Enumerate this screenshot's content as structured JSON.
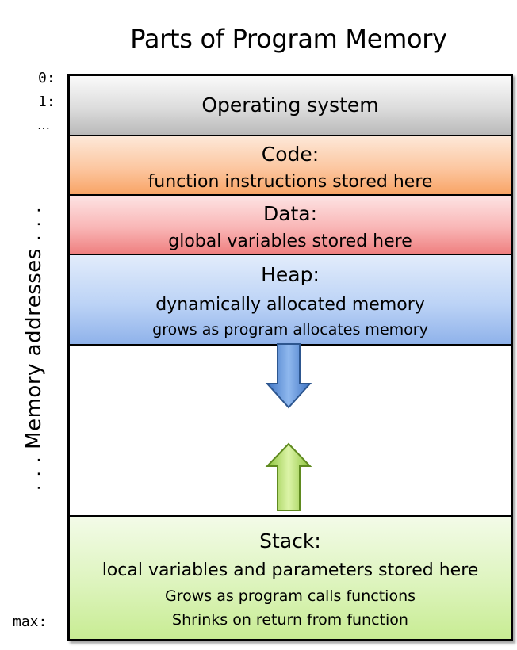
{
  "title": "Parts of Program Memory",
  "addresses": {
    "first": "0:",
    "second": "1:",
    "ellipsis": "…",
    "last": "max:"
  },
  "side_label": ". . . Memory addresses . . .",
  "segments": {
    "os": {
      "title": "Operating system"
    },
    "code": {
      "title": "Code:",
      "desc": "function instructions stored here"
    },
    "data": {
      "title": "Data:",
      "desc": "global variables stored here"
    },
    "heap": {
      "title": "Heap:",
      "desc": "dynamically allocated memory",
      "note": "grows as program allocates memory"
    },
    "stack": {
      "title": "Stack:",
      "desc": "local variables and parameters stored here",
      "note1": "Grows as program calls functions",
      "note2": "Shrinks on return from function"
    }
  },
  "arrows": {
    "heap_growth": {
      "direction": "down",
      "color": "#5b8fd6"
    },
    "stack_growth": {
      "direction": "up",
      "color": "#a9d65a"
    }
  }
}
